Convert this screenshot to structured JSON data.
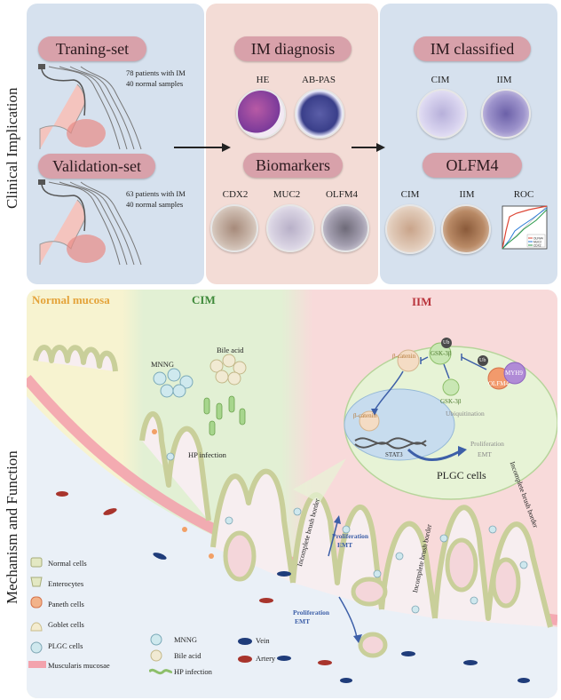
{
  "side_labels": {
    "top": "Clinical Implication",
    "bottom": "Mechanism and Function"
  },
  "panel1": {
    "training_title": "Traning-set",
    "training_text": [
      "78 patients with IM",
      "40 normal samples"
    ],
    "validation_title": "Validation-set",
    "validation_text": [
      "63 patients with IM",
      "40 normal samples"
    ]
  },
  "panel2": {
    "title": "IM diagnosis",
    "stains": [
      "HE",
      "AB-PAS"
    ],
    "biomarkers_title": "Biomarkers",
    "markers": [
      "CDX2",
      "MUC2",
      "OLFM4"
    ]
  },
  "panel3": {
    "title": "IM classified",
    "types": [
      "CIM",
      "IIM"
    ],
    "olfm4_title": "OLFM4",
    "bottom_labels": [
      "CIM",
      "IIM",
      "ROC"
    ],
    "roc_legend": [
      "OLFM4",
      "MUC2",
      "CDX2"
    ]
  },
  "mechanism": {
    "regions": [
      "Normal mucosa",
      "CIM",
      "IIM"
    ],
    "triggers": [
      "MNNG",
      "Bile acid",
      "HP infection"
    ],
    "pathway": {
      "beta_catenin": "β-catenin",
      "gsk": "GSK-3β",
      "ub": "Ub",
      "myh9": "MYH9",
      "olfm4": "OLFM4",
      "ubiquitination": "Ubiquitination",
      "beta_catenin_nuc": "β-catenin",
      "stat3": "STAT3",
      "prolif_emt": [
        "Proliferation",
        "EMT"
      ],
      "plgc": "PLGC cells"
    },
    "brush_border": "Incomplete brush border",
    "prolif_labels": [
      "Proliferation",
      "EMT"
    ]
  },
  "legend": {
    "col1": [
      "Normal cells",
      "Enterocytes",
      "Paneth cells",
      "Goblet cells",
      "PLGC cells",
      "Muscularis mucosae"
    ],
    "col2": [
      "MNNG",
      "Bile acid",
      "HP infection"
    ],
    "col3": [
      "Vein",
      "Artery"
    ]
  },
  "colors": {
    "panel1_bg": "#d6e1ee",
    "panel2_bg": "#f3dcd6",
    "panel3_bg": "#d6e1ee",
    "pill": "#d8a1aa",
    "normal_region": "#f7f3d0",
    "cim_region": "#e2f0d4",
    "iim_region": "#f8dada",
    "muscularis": "#f3a3ad",
    "cell": "#e3e8c3",
    "vein": "#1f3c7a",
    "artery": "#a8342c",
    "arrow_blue": "#3d5fa8"
  }
}
